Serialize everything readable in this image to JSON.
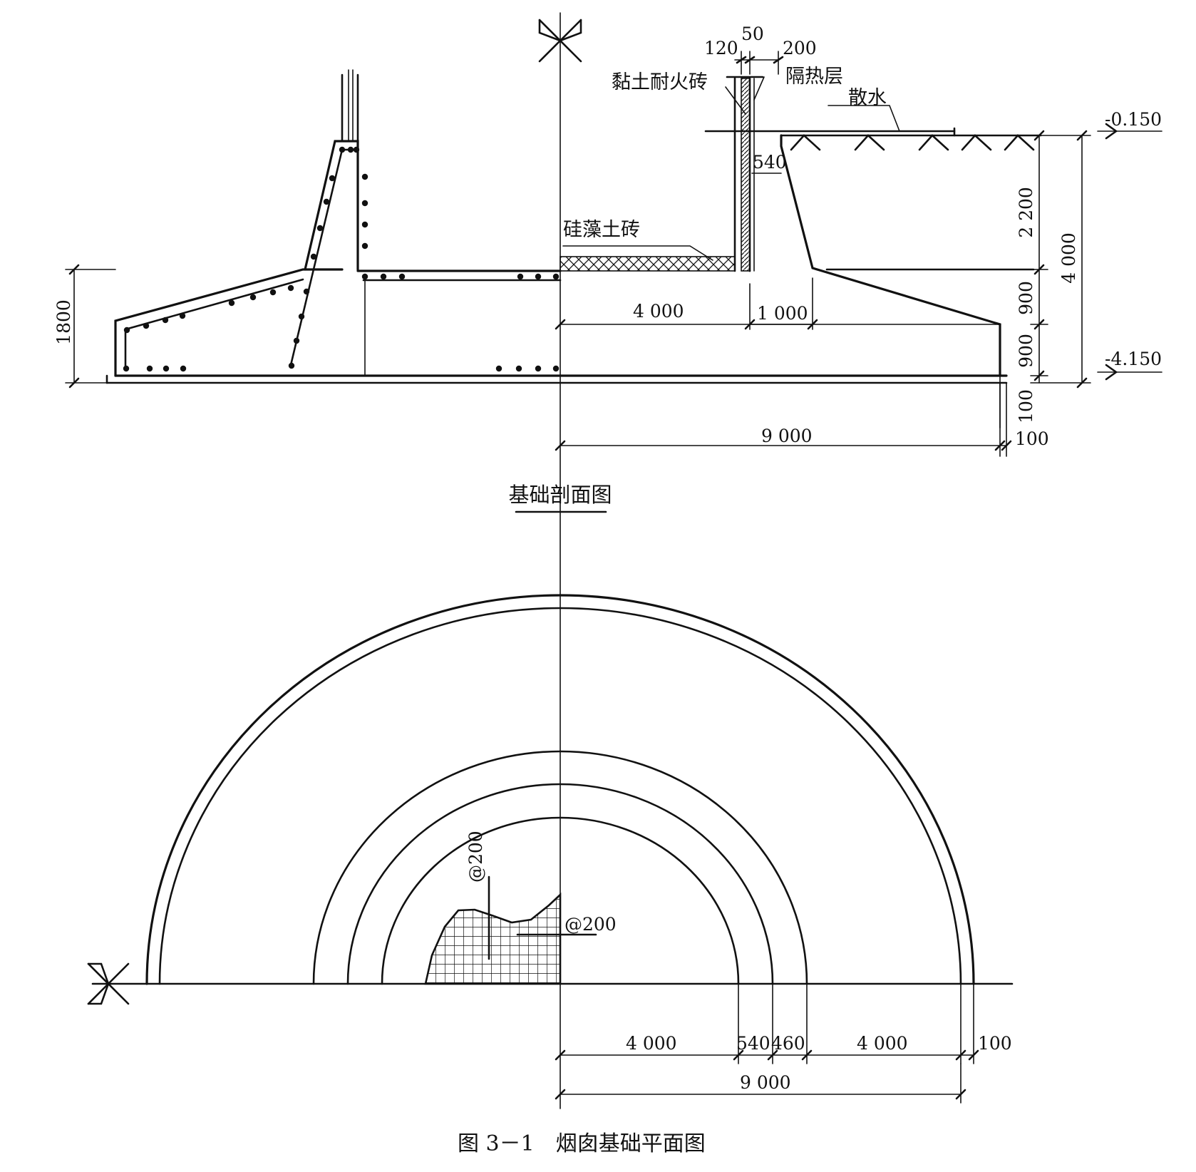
{
  "section": {
    "title": "基础剖面图",
    "labels": {
      "clay_brick": "黏土耐火砖",
      "insulation": "隔热层",
      "apron": "散水",
      "diatomite": "硅藻土砖"
    },
    "elevations": {
      "top": "-0.150",
      "bottom": "-4.150"
    },
    "dims": {
      "d120": "120",
      "d50": "50",
      "d200": "200",
      "d540": "540",
      "d4000_inner": "4 000",
      "d1000": "1 000",
      "d9000": "9 000",
      "d100_right": "100",
      "d100_vert": "100",
      "d2200": "2 200",
      "d4000_total": "4 000",
      "d900_upper": "900",
      "d900_lower": "900",
      "d1800": "1800"
    }
  },
  "plan": {
    "rebar_v": "@200",
    "rebar_h": "@200",
    "dims": {
      "d4000_a": "4 000",
      "d540": "540",
      "d460": "460",
      "d4000_b": "4 000",
      "d100": "100",
      "d9000": "9 000"
    }
  },
  "caption": "图 3－1　烟囱基础平面图"
}
